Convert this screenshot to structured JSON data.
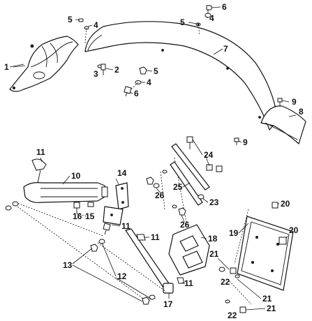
{
  "callouts": [
    "1",
    "2",
    "3",
    "4",
    "5",
    "6",
    "7",
    "8",
    "9",
    "10",
    "11",
    "12",
    "13",
    "14",
    "15",
    "16",
    "17",
    "18",
    "19",
    "20",
    "21",
    "22",
    "23",
    "24",
    "25",
    "26"
  ],
  "colors": {
    "line": "#111111",
    "background": "#ffffff",
    "fill": "#ffffff"
  }
}
